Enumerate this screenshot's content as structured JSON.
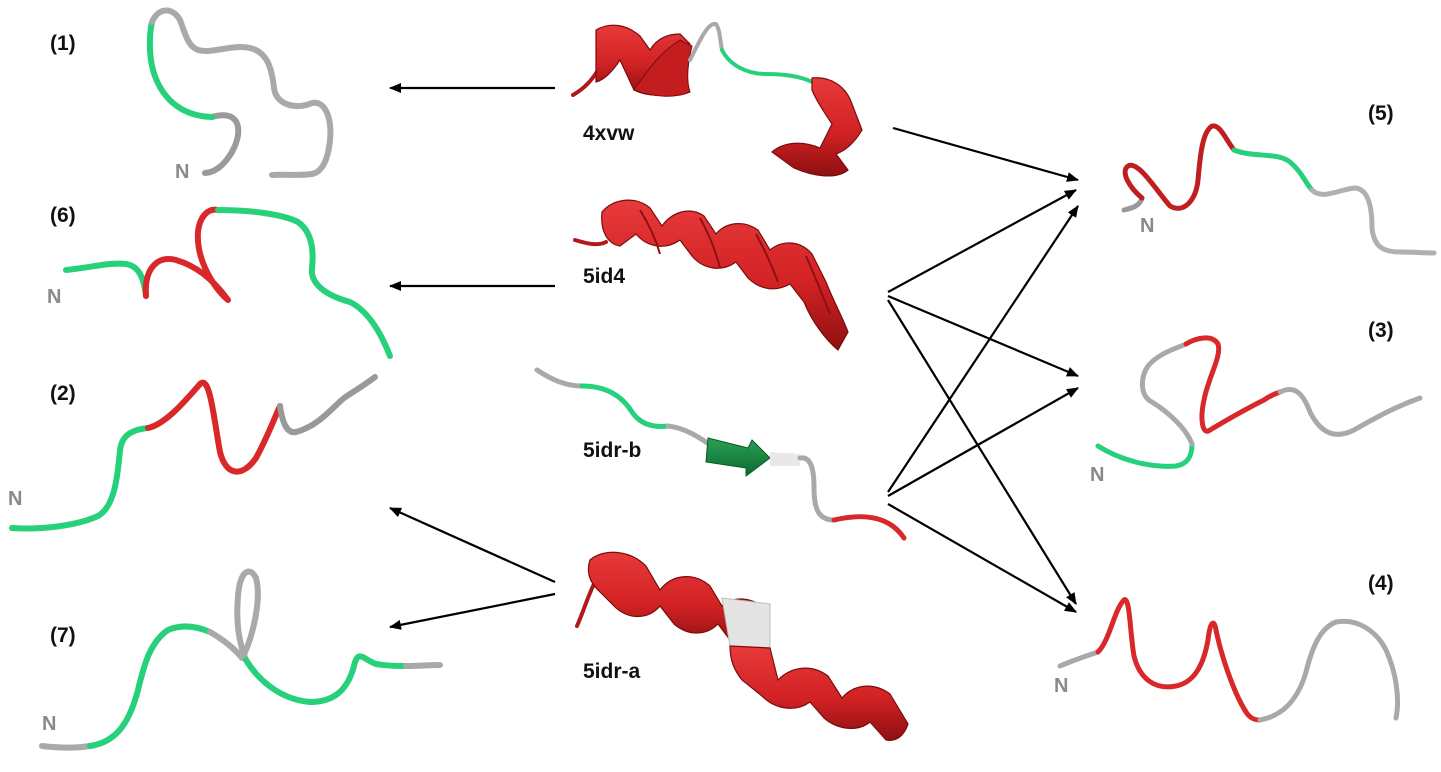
{
  "colors": {
    "helix": "#d8282a",
    "helix_dark": "#9e1416",
    "coil_green": "#27d07a",
    "strand_green": "#138a3e",
    "coil_gray": "#a9a9a9",
    "arrow": "#000000"
  },
  "terminus_label": "N",
  "center_structures": [
    {
      "id": "4xvw",
      "label": "4xvw"
    },
    {
      "id": "5id4",
      "label": "5id4"
    },
    {
      "id": "5idr-b",
      "label": "5idr-b"
    },
    {
      "id": "5idr-a",
      "label": "5idr-a"
    }
  ],
  "models": [
    {
      "id": "1",
      "label": "(1)"
    },
    {
      "id": "6",
      "label": "(6)"
    },
    {
      "id": "2",
      "label": "(2)"
    },
    {
      "id": "7",
      "label": "(7)"
    },
    {
      "id": "5",
      "label": "(5)"
    },
    {
      "id": "3",
      "label": "(3)"
    },
    {
      "id": "4",
      "label": "(4)"
    }
  ],
  "mappings": [
    {
      "from": "4xvw",
      "to": "1"
    },
    {
      "from": "4xvw",
      "to": "5"
    },
    {
      "from": "5id4",
      "to": "6"
    },
    {
      "from": "5id4",
      "to": "5"
    },
    {
      "from": "5id4",
      "to": "3"
    },
    {
      "from": "5id4",
      "to": "4"
    },
    {
      "from": "5idr-b",
      "to": "5"
    },
    {
      "from": "5idr-b",
      "to": "3"
    },
    {
      "from": "5idr-b",
      "to": "4"
    },
    {
      "from": "5idr-a",
      "to": "2"
    },
    {
      "from": "5idr-a",
      "to": "7"
    }
  ]
}
